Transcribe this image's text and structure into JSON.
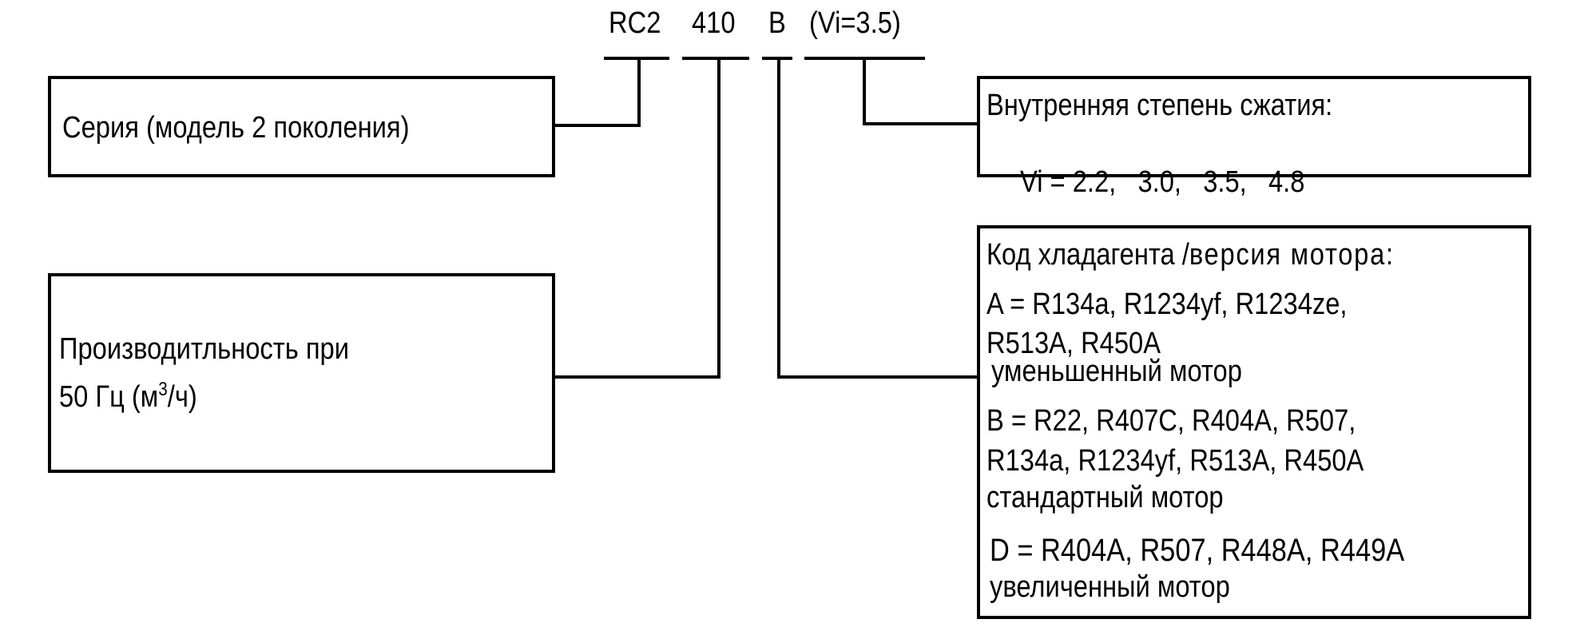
{
  "model_code": {
    "series": "RC2",
    "capacity": "410",
    "refrigerant": "B",
    "vi": "(Vi=3.5)"
  },
  "boxes": {
    "series": {
      "text": "Серия (модель 2 поколения)"
    },
    "capacity": {
      "line1": "Производитльность при",
      "line2_prefix": "50 Гц (м",
      "line2_sup": "3",
      "line2_suffix": "/ч)"
    },
    "vi": {
      "title": "Внутренняя степень сжатия:",
      "values": "Vi = 2.2,   3.0,   3.5,   4.8"
    },
    "refrigerant": {
      "title_a": "Код хладагента",
      "title_b": "/",
      "title_c": "версия мотора:",
      "a_line1": "A = R134a, R1234yf, R1234ze,",
      "a_line2": "R513A, R450A",
      "a_motor": "уменьшенный мотор",
      "b_line1": "B = R22, R407C, R404A, R507,",
      "b_line2": "R134a, R1234yf, R513A, R450A",
      "b_motor": "стандартный мотор",
      "d_line1": "D = R404A, R507, R448A, R449A",
      "d_motor": "увеличенный мотор"
    }
  }
}
